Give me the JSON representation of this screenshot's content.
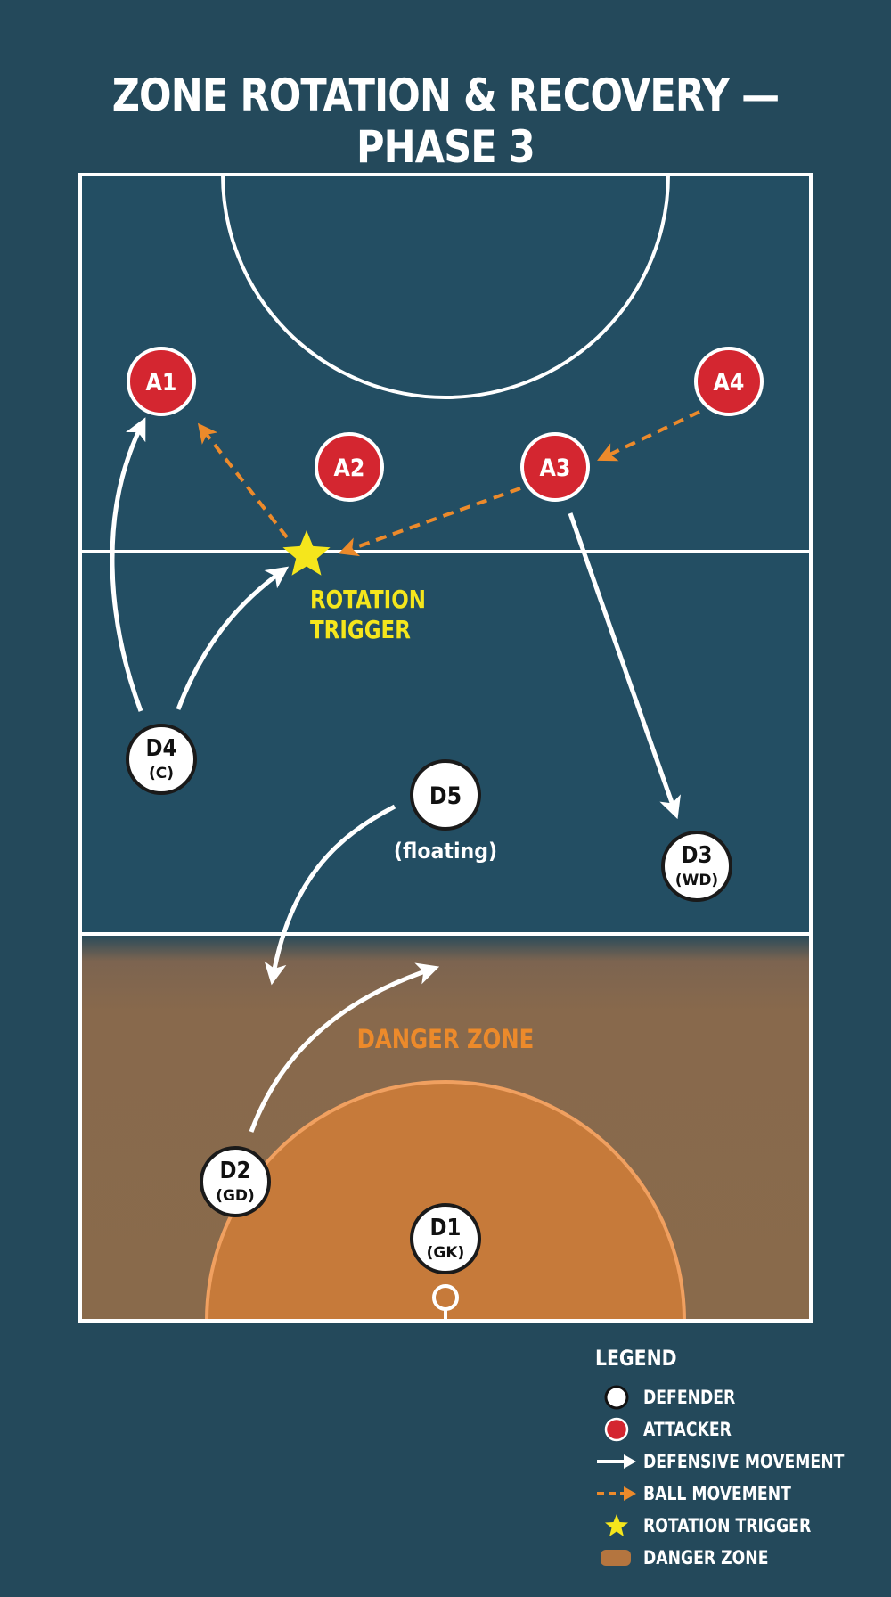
{
  "title": "ZONE ROTATION & RECOVERY — PHASE 3",
  "colors": {
    "background": "#24495b",
    "court": "#234e63",
    "lines": "#ffffff",
    "attacker": "#d42630",
    "defender": "#ffffff",
    "ball_movement": "#ec8a2b",
    "rotation_trigger": "#f5e61c",
    "danger_zone": "#8a6a4c",
    "danger_circle": "#c97f3e"
  },
  "players": {
    "attackers": [
      {
        "id": "A1"
      },
      {
        "id": "A2"
      },
      {
        "id": "A3"
      },
      {
        "id": "A4"
      }
    ],
    "defenders": [
      {
        "id": "D1",
        "role": "(GK)"
      },
      {
        "id": "D2",
        "role": "(GD)"
      },
      {
        "id": "D3",
        "role": "(WD)"
      },
      {
        "id": "D4",
        "role": "(C)"
      },
      {
        "id": "D5",
        "role": "(floating)"
      }
    ]
  },
  "annotations": {
    "rotation_trigger_line1": "ROTATION",
    "rotation_trigger_line2": "TRIGGER",
    "danger_zone": "DANGER ZONE"
  },
  "legend": {
    "title": "LEGEND",
    "items": [
      {
        "label": "DEFENDER",
        "icon": "defender-dot-icon"
      },
      {
        "label": "ATTACKER",
        "icon": "attacker-dot-icon"
      },
      {
        "label": "DEFENSIVE MOVEMENT",
        "icon": "solid-arrow-icon"
      },
      {
        "label": "BALL MOVEMENT",
        "icon": "dashed-arrow-icon"
      },
      {
        "label": "ROTATION TRIGGER",
        "icon": "star-icon"
      },
      {
        "label": "DANGER ZONE",
        "icon": "danger-swatch-icon"
      }
    ]
  }
}
